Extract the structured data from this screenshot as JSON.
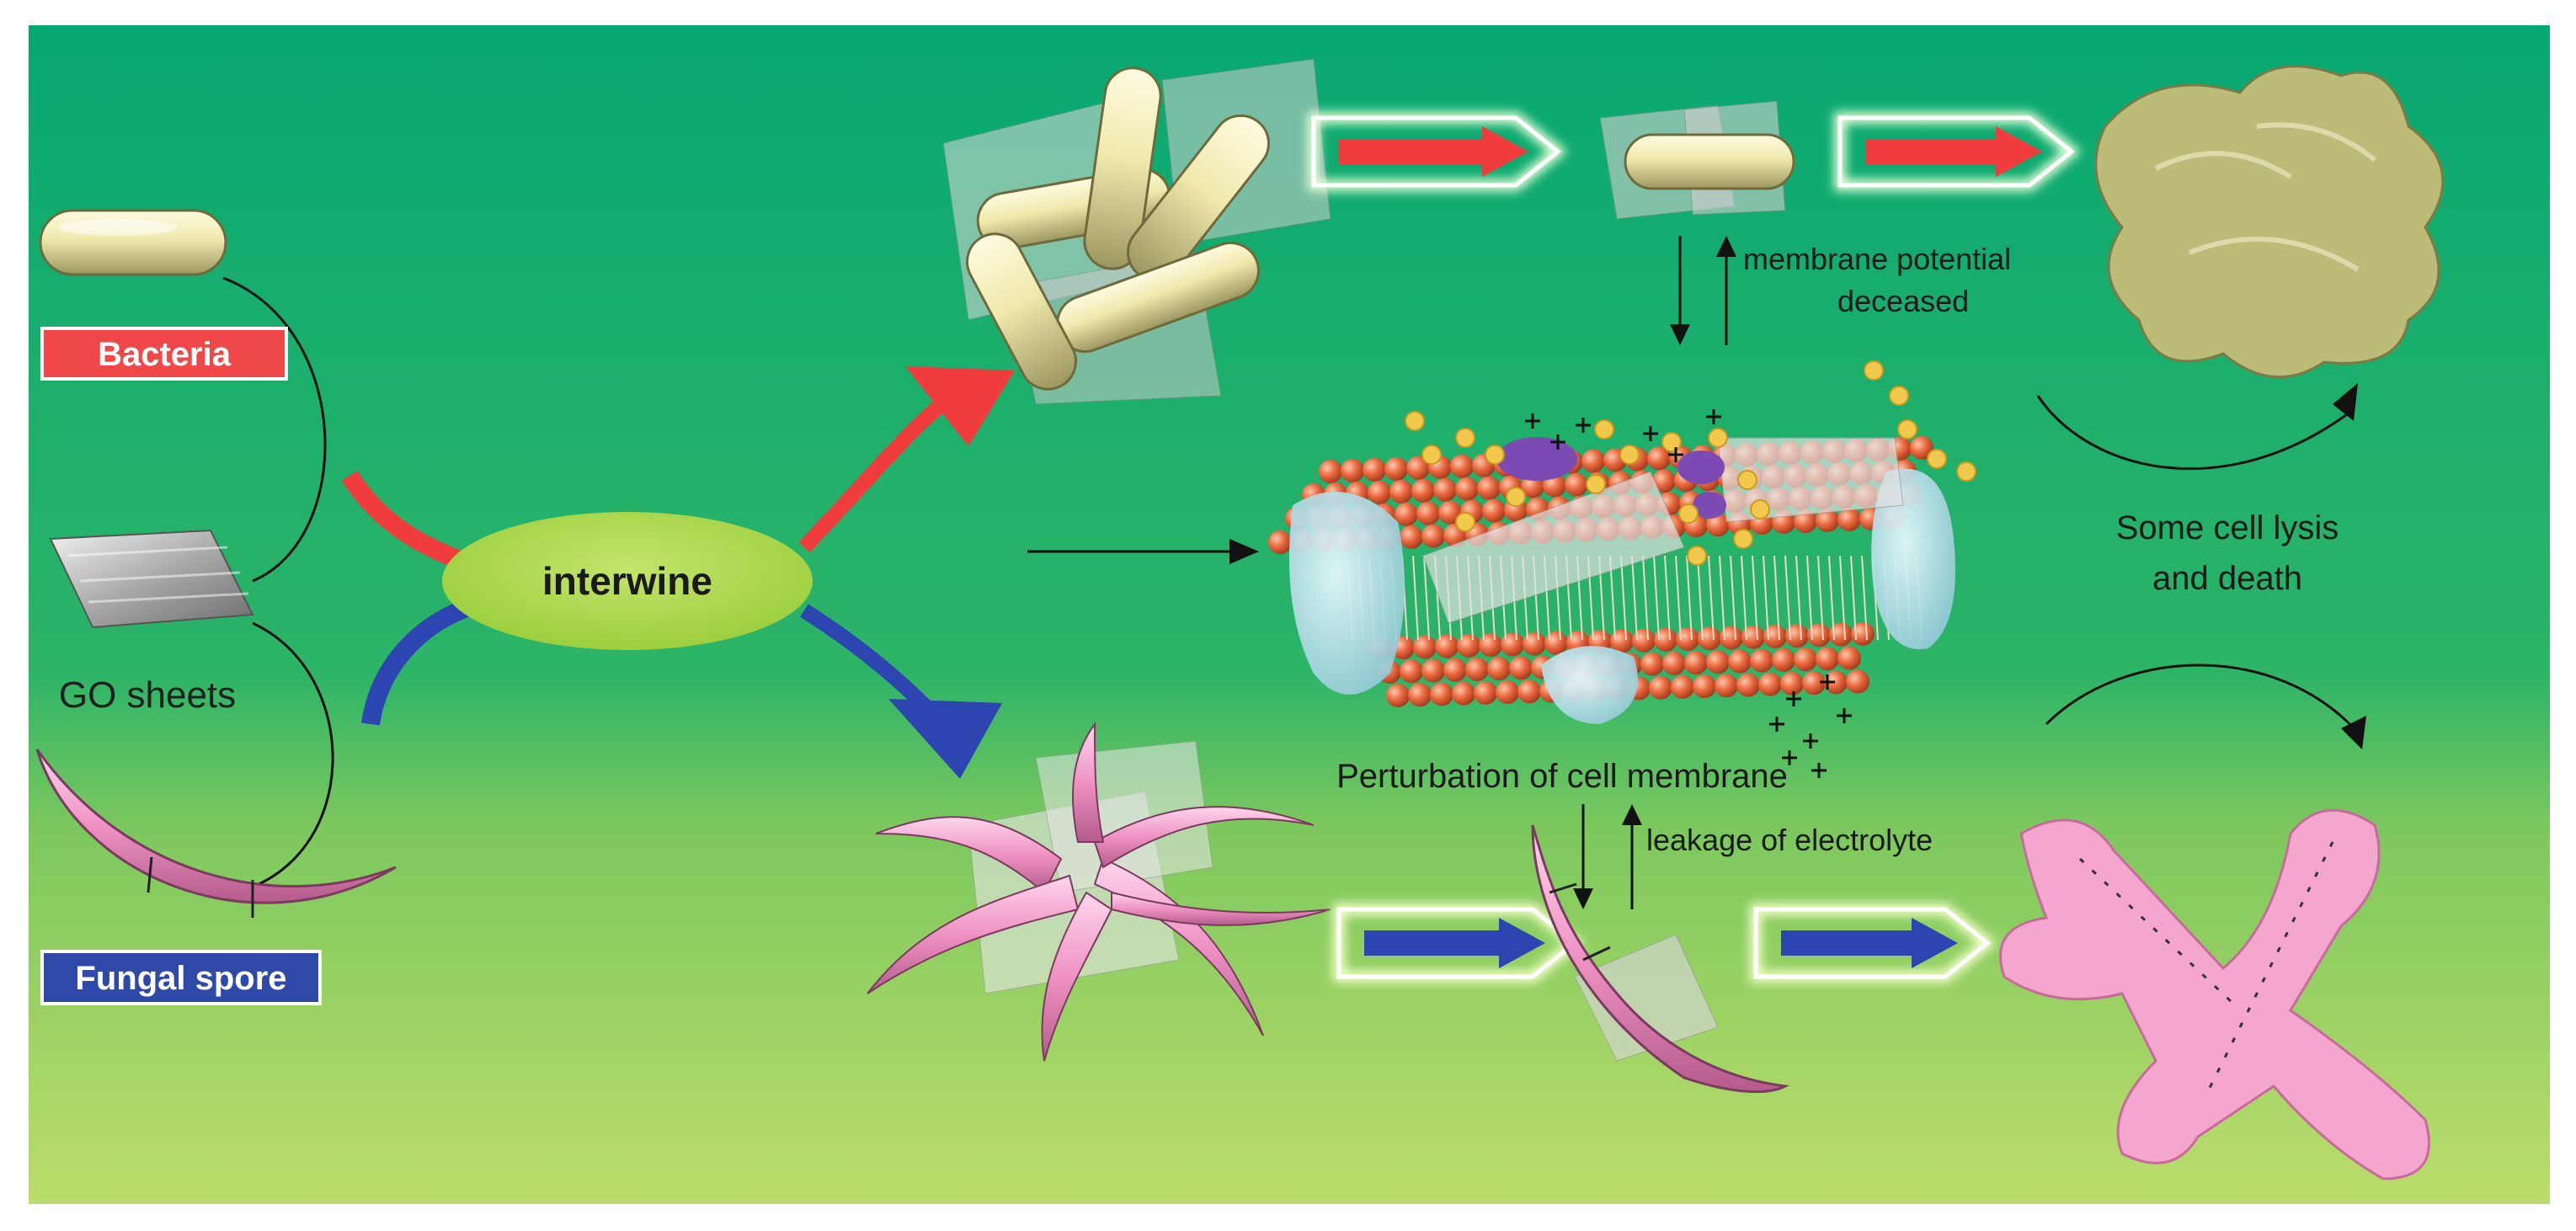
{
  "labels": {
    "bacteria": "Bacteria",
    "go_sheets": "GO sheets",
    "fungal_spore": "Fungal spore",
    "interwine": "interwine",
    "membrane_potential_line1": "membrane potential",
    "membrane_potential_line2": "deceased",
    "perturbation": "Perturbation of cell membrane",
    "leakage": "leakage of electrolyte",
    "lysis_line1": "Some cell lysis",
    "lysis_line2": "and death"
  },
  "colors": {
    "background_top": "#0aa871",
    "background_mid": "#2bb066",
    "background_bottom": "#b9dc6a",
    "bacteria_badge": "#f04848",
    "fungal_badge": "#2f49a8",
    "interwine_ellipse": "#a9d64a",
    "red_arrow": "#f03c3c",
    "blue_arrow": "#2d45b0",
    "bacteria_body": "#efeab0",
    "spore_body": "#ee9ac8",
    "membrane_bead": "#e86a45",
    "protein_blob": "#bfe6ee"
  },
  "icons": [
    "bacterium-rod-icon",
    "go-sheet-icon",
    "fungal-spore-icon",
    "lysed-bacteria-icon",
    "lysed-spore-icon",
    "cell-membrane-icon"
  ]
}
